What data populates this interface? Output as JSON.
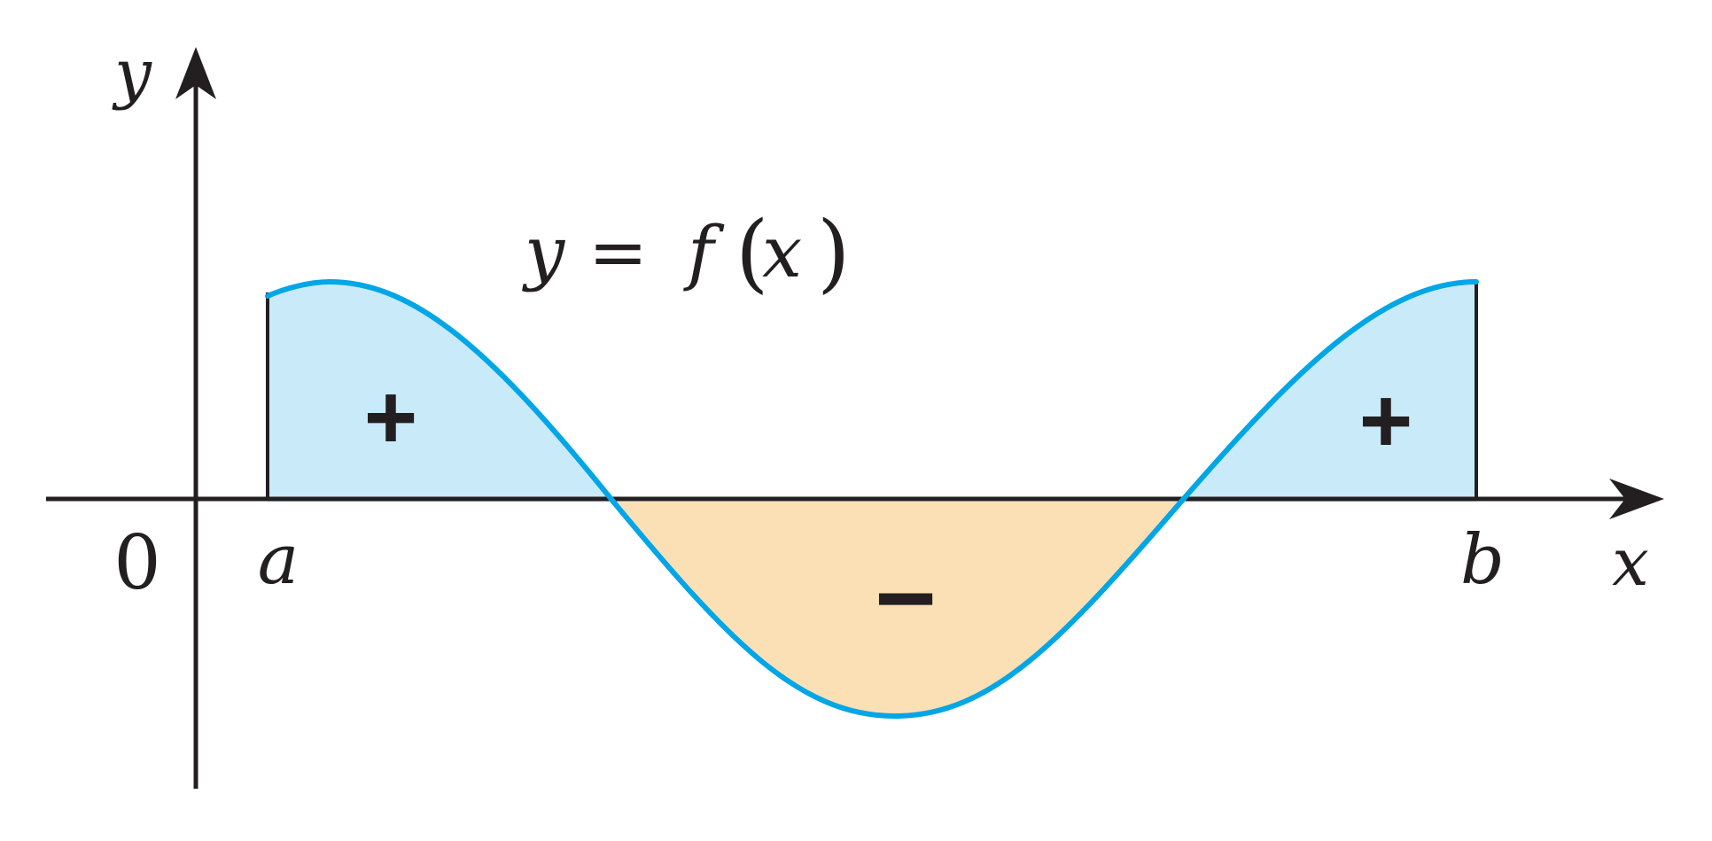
{
  "labels": {
    "y_axis": "y",
    "x_axis": "x",
    "origin": "0",
    "a": "a",
    "b": "b",
    "equation_y": "y",
    "equation_eq": "=",
    "equation_f": "f",
    "equation_open": "(",
    "equation_x": "x",
    "equation_close": ")"
  },
  "signs": {
    "left_region": "+",
    "middle_region": "−",
    "right_region": "+"
  },
  "colors": {
    "curve": "#00a6e6",
    "positive_fill": "#c8eaf9",
    "negative_fill": "#fbe0b5",
    "axis": "#231f20"
  }
}
